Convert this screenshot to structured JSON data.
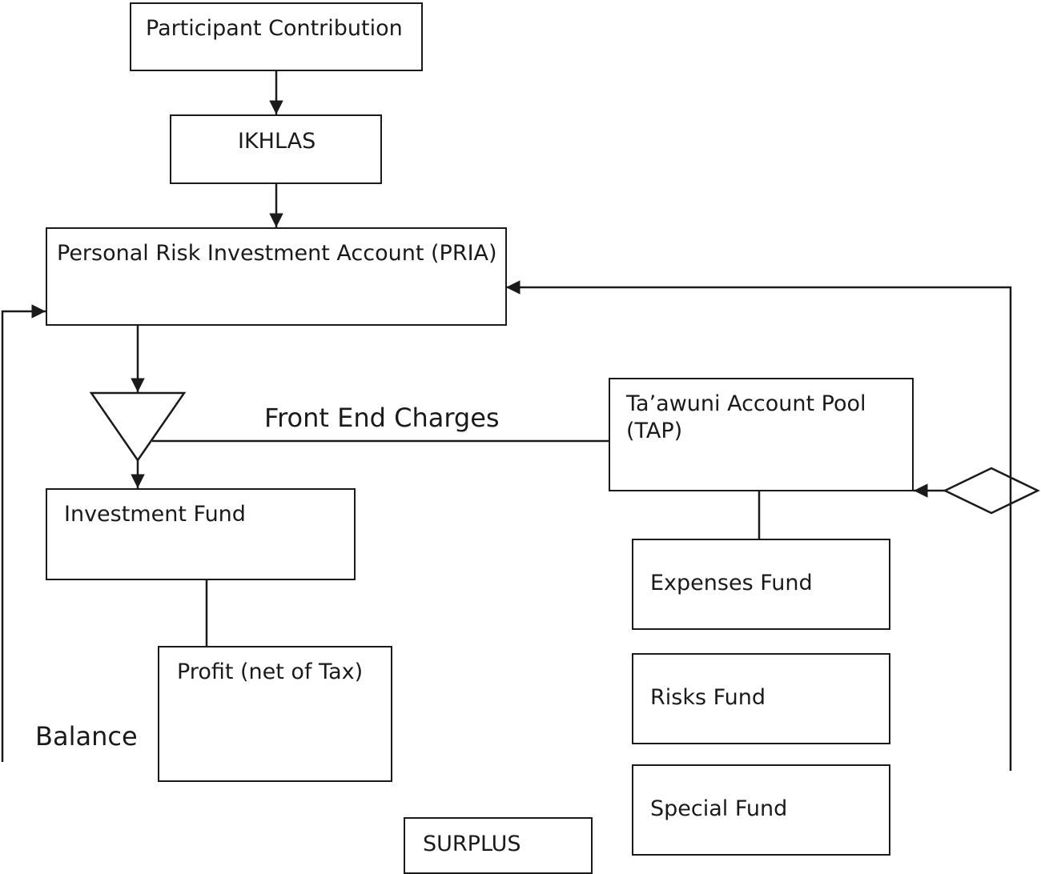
{
  "nodes": {
    "participant_contribution": "Participant Contribution",
    "ikhlas": "IKHLAS",
    "pria": "Personal Risk Investment Account (PRIA)",
    "investment_fund": "Investment Fund",
    "profit": "Profit (net of Tax)",
    "tap": "Ta’awuni Account Pool\n(TAP)",
    "expenses_fund": "Expenses Fund",
    "risks_fund": "Risks Fund",
    "special_fund": "Special Fund",
    "surplus": "SURPLUS"
  },
  "edge_labels": {
    "front_end_charges": "Front End Charges",
    "balance": "Balance"
  },
  "colors": {
    "stroke": "#1a1a1a",
    "background": "#ffffff"
  }
}
